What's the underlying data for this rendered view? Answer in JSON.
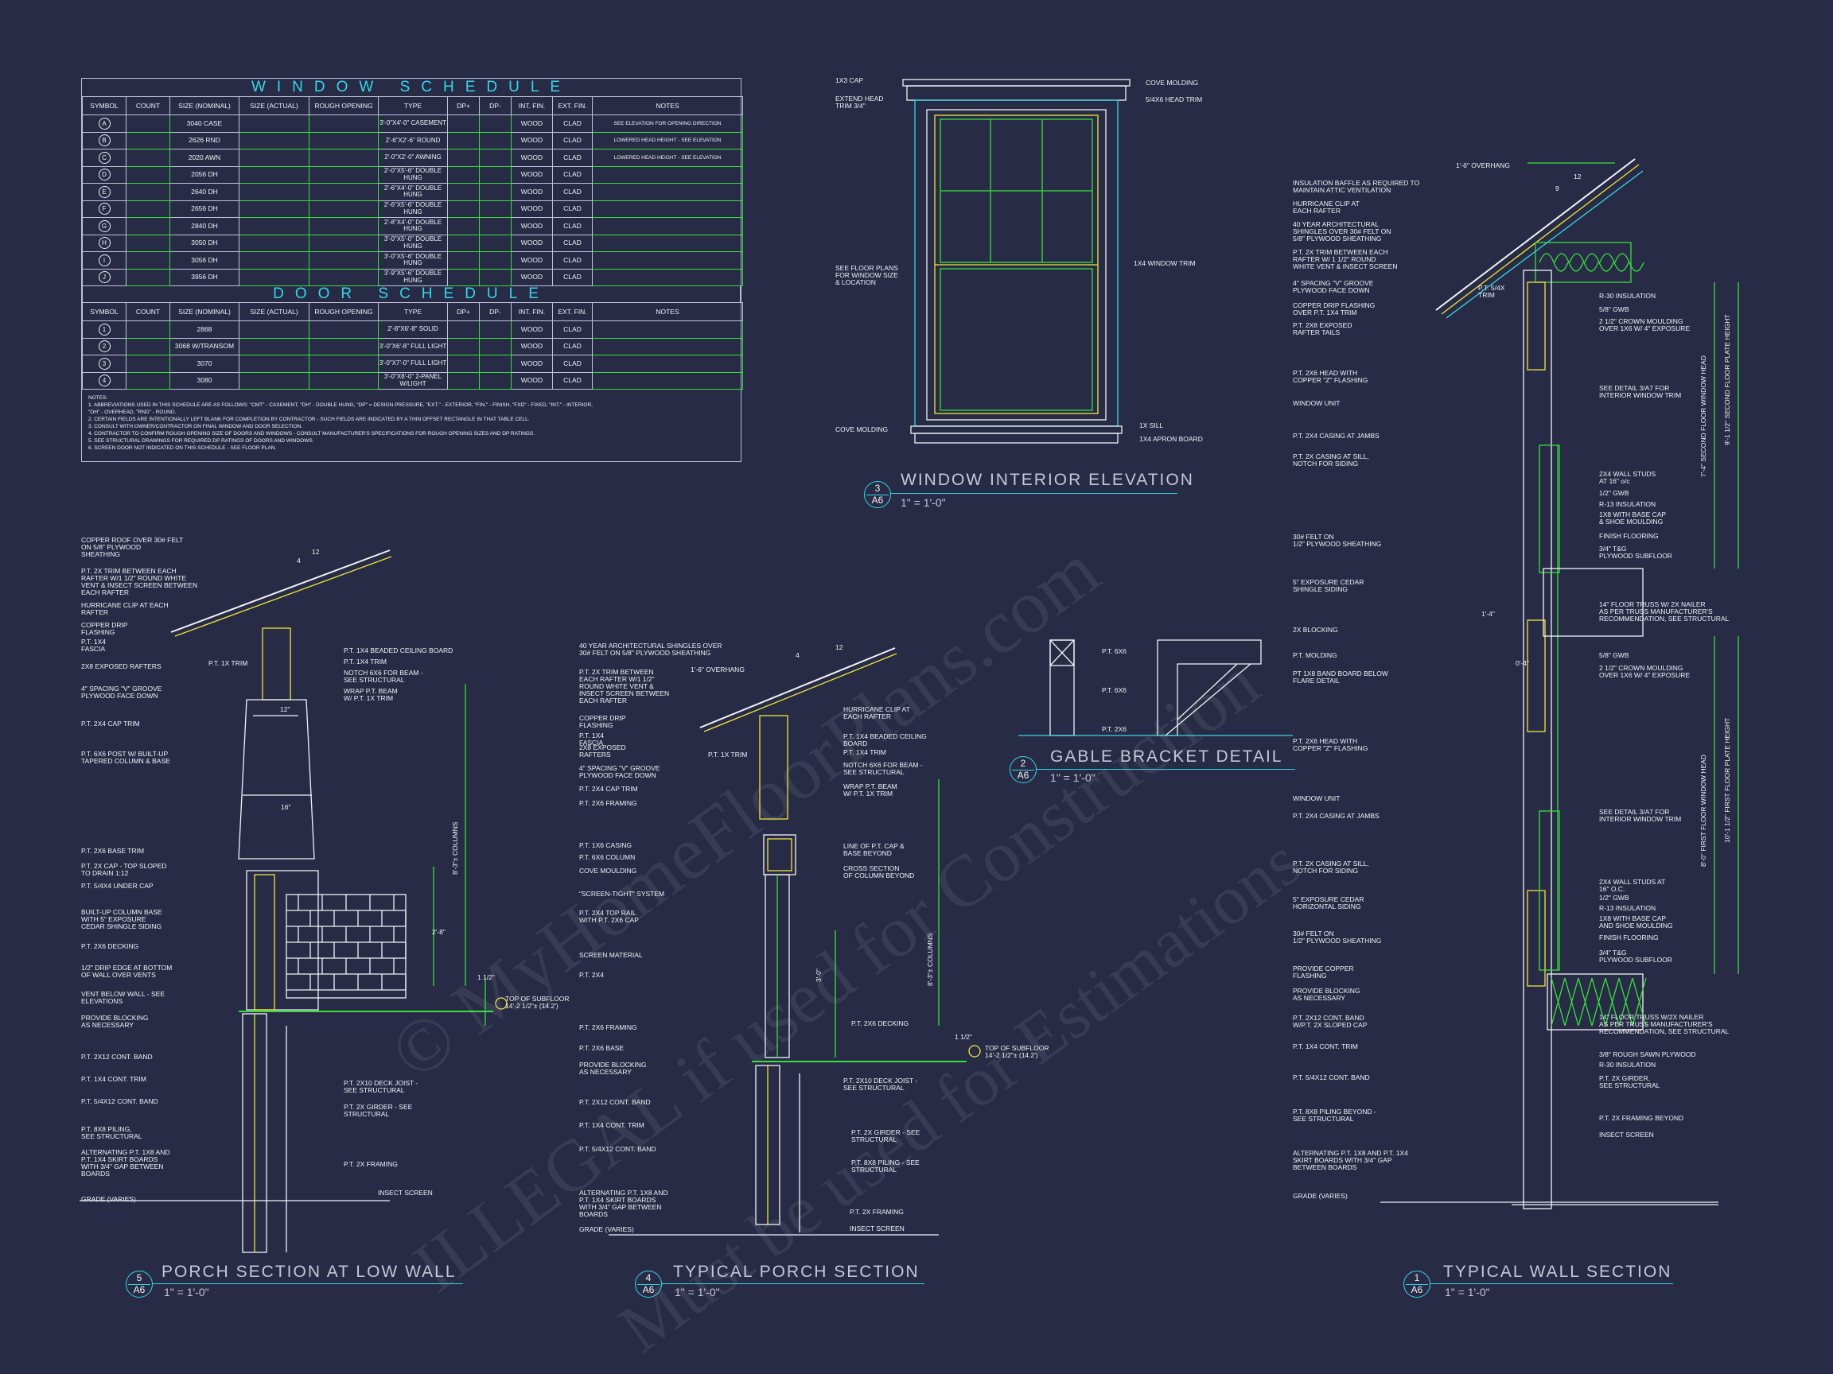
{
  "window_schedule": {
    "title": "WINDOW SCHEDULE",
    "columns": [
      "SYMBOL",
      "COUNT",
      "SIZE (NOMINAL)",
      "SIZE (ACTUAL)",
      "ROUGH OPENING",
      "TYPE",
      "DP+",
      "DP-",
      "INT. FIN.",
      "EXT. FIN.",
      "NOTES"
    ],
    "rows": [
      {
        "symbol": "A",
        "size": "3040 CASE",
        "type": "3'-0\"X4'-0\" CASEMENT",
        "int": "WOOD",
        "ext": "CLAD",
        "notes": "SEE ELEVATION FOR OPENING DIRECTION"
      },
      {
        "symbol": "B",
        "size": "2626 RND",
        "type": "2'-6\"X2'-6\" ROUND",
        "int": "WOOD",
        "ext": "CLAD",
        "notes": "LOWERED HEAD HEIGHT - SEE ELEVATION"
      },
      {
        "symbol": "C",
        "size": "2020 AWN",
        "type": "2'-0\"X2'-0\" AWNING",
        "int": "WOOD",
        "ext": "CLAD",
        "notes": "LOWERED HEAD HEIGHT - SEE ELEVATION"
      },
      {
        "symbol": "D",
        "size": "2056 DH",
        "type": "2'-0\"X5'-6\" DOUBLE HUNG",
        "int": "WOOD",
        "ext": "CLAD",
        "notes": ""
      },
      {
        "symbol": "E",
        "size": "2640 DH",
        "type": "2'-6\"X4'-0\" DOUBLE HUNG",
        "int": "WOOD",
        "ext": "CLAD",
        "notes": ""
      },
      {
        "symbol": "F",
        "size": "2656 DH",
        "type": "2'-6\"X5'-6\" DOUBLE HUNG",
        "int": "WOOD",
        "ext": "CLAD",
        "notes": ""
      },
      {
        "symbol": "G",
        "size": "2840 DH",
        "type": "2'-8\"X4'-0\" DOUBLE HUNG",
        "int": "WOOD",
        "ext": "CLAD",
        "notes": ""
      },
      {
        "symbol": "H",
        "size": "3050 DH",
        "type": "3'-0\"X5'-0\" DOUBLE HUNG",
        "int": "WOOD",
        "ext": "CLAD",
        "notes": ""
      },
      {
        "symbol": "I",
        "size": "3056 DH",
        "type": "3'-0\"X5'-6\" DOUBLE HUNG",
        "int": "WOOD",
        "ext": "CLAD",
        "notes": ""
      },
      {
        "symbol": "J",
        "size": "3956 DH",
        "type": "3'-9\"X5'-6\" DOUBLE HUNG",
        "int": "WOOD",
        "ext": "CLAD",
        "notes": ""
      }
    ]
  },
  "door_schedule": {
    "title": "DOOR SCHEDULE",
    "columns": [
      "SYMBOL",
      "COUNT",
      "SIZE (NOMINAL)",
      "SIZE (ACTUAL)",
      "ROUGH OPENING",
      "TYPE",
      "DP+",
      "DP-",
      "INT. FIN.",
      "EXT. FIN.",
      "NOTES"
    ],
    "rows": [
      {
        "symbol": "1",
        "size": "2868",
        "type": "2'-8\"X6'-8\" SOLID",
        "int": "WOOD",
        "ext": "CLAD"
      },
      {
        "symbol": "2",
        "size": "3068 W/TRANSOM",
        "type": "3'-0\"X6'-8\" FULL LIGHT",
        "int": "WOOD",
        "ext": "CLAD"
      },
      {
        "symbol": "3",
        "size": "3070",
        "type": "3'-0\"X7'-0\" FULL LIGHT",
        "int": "WOOD",
        "ext": "CLAD"
      },
      {
        "symbol": "4",
        "size": "3080",
        "type": "3'-0\"X8'-0\" 2-PANEL W/LIGHT",
        "int": "WOOD",
        "ext": "CLAD"
      }
    ]
  },
  "schedule_notes": [
    "NOTES:",
    "1. ABBREVIATIONS USED IN THIS SCHEDULE ARE AS FOLLOWS: \"CMT\" - CASEMENT, \"DH\" - DOUBLE HUNG, \"DP\" = DESIGN PRESSURE, \"EXT.\" - EXTERIOR, \"FIN.\" - FINISH, \"FXD\" - FIXED, \"INT.\" - INTERIOR,",
    "   \"OH\" - OVERHEAD, \"RND\" - ROUND.",
    "2. CERTAIN FIELDS ARE INTENTIONALLY LEFT BLANK FOR COMPLETION BY CONTRACTOR - SUCH FIELDS ARE INDICATED BY A THIN OFFSET RECTANGLE IN THAT TABLE CELL.",
    "3. CONSULT WITH OWNER/CONTRACTOR ON FINAL WINDOW AND DOOR SELECTION.",
    "4. CONTRACTOR TO CONFIRM ROUGH OPENING SIZE OF DOORS AND WINDOWS - CONSULT MANUFACTURER'S SPECIFICATIONS FOR ROUGH OPENING SIZES AND DP RATINGS.",
    "5. SEE STRUCTURAL DRAWINGS FOR REQUIRED DP RATINGS OF DOORS AND WINDOWS.",
    "6. SCREEN DOOR NOT INDICATED ON THIS SCHEDULE - SEE FLOOR PLAN."
  ],
  "details": {
    "d1": {
      "num": "1",
      "sheet": "A6",
      "title": "TYPICAL WALL SECTION",
      "scale": "1\" = 1'-0\""
    },
    "d2": {
      "num": "2",
      "sheet": "A6",
      "title": "GABLE BRACKET DETAIL",
      "scale": "1\" = 1'-0\""
    },
    "d3": {
      "num": "3",
      "sheet": "A6",
      "title": "WINDOW INTERIOR ELEVATION",
      "scale": "1\" = 1'-0\""
    },
    "d4": {
      "num": "4",
      "sheet": "A6",
      "title": "TYPICAL PORCH SECTION",
      "scale": "1\" = 1'-0\""
    },
    "d5": {
      "num": "5",
      "sheet": "A6",
      "title": "PORCH SECTION AT LOW WALL",
      "scale": "1\" = 1'-0\""
    }
  },
  "window_elevation_labels": {
    "cap": "1X3 CAP",
    "extend_head": "EXTEND HEAD\nTRIM 3/4\"",
    "cove_top": "COVE MOLDING",
    "head_trim": "5/4X6 HEAD TRIM",
    "floor_plans": "SEE FLOOR PLANS\nFOR WINDOW SIZE\n& LOCATION",
    "window_trim": "1X4 WINDOW TRIM",
    "cove_bottom": "COVE MOLDING",
    "sill": "1X SILL",
    "apron": "1X4 APRON BOARD"
  },
  "gable_labels": {
    "a": "P.T. 6X6",
    "b": "P.T. 6X6",
    "c": "P.T. 2X6"
  },
  "wall_section_labels_left": [
    "INSULATION BAFFLE AS REQUIRED TO\nMAINTAIN ATTIC VENTILATION",
    "HURRICANE CLIP AT\nEACH RAFTER",
    "40 YEAR ARCHITECTURAL\nSHINGLES OVER 30# FELT ON\n5/8\" PLYWOOD SHEATHING",
    "P.T. 2X TRIM BETWEEN EACH\nRAFTER W/ 1 1/2\" ROUND\nWHITE VENT & INSECT SCREEN",
    "4\" SPACING \"V\" GROOVE\nPLYWOOD FACE DOWN",
    "COPPER DRIP FLASHING\nOVER P.T. 1X4 TRIM",
    "P.T. 2X8 EXPOSED\nRAFTER TAILS",
    "P.T. 2X6 HEAD WITH\nCOPPER \"Z\" FLASHING",
    "WINDOW UNIT",
    "P.T. 2X4 CASING AT JAMBS",
    "P.T. 2X CASING AT SILL,\nNOTCH FOR SIDING",
    "30# FELT ON\n1/2\" PLYWOOD SHEATHING",
    "5\" EXPOSURE CEDAR\nSHINGLE SIDING",
    "2X BLOCKING",
    "P.T. MOLDING",
    "PT 1X8 BAND BOARD BELOW\nFLARE DETAIL",
    "P.T. 2X6 HEAD WITH\nCOPPER \"Z\" FLASHING",
    "WINDOW UNIT",
    "P.T. 2X4 CASING AT JAMBS",
    "P.T. 2X CASING AT SILL,\nNOTCH FOR SIDING",
    "5\" EXPOSURE CEDAR\nHORIZONTAL SIDING",
    "30# FELT ON\n1/2\" PLYWOOD SHEATHING",
    "PROVIDE COPPER\nFLASHING",
    "PROVIDE BLOCKING\nAS NECESSARY",
    "P.T. 2X12 CONT. BAND\nW/P.T. 2X SLOPED CAP",
    "P.T. 1X4 CONT. TRIM",
    "P.T. 5/4X12 CONT. BAND",
    "P.T. 8X8 PILING BEYOND -\nSEE STRUCTURAL",
    "ALTERNATING P.T. 1X8 AND P.T. 1X4\nSKIRT BOARDS WITH 3/4\" GAP\nBETWEEN BOARDS",
    "GRADE (VARIES)"
  ],
  "wall_section_labels_right": [
    "1'-6\" OVERHANG",
    "P.T. 5/4X\nTRIM",
    "R-30 INSULATION",
    "5/8\" GWB",
    "2 1/2\" CROWN MOULDING\nOVER 1X6 W/ 4\" EXPOSURE",
    "SEE DETAIL 3/A7 FOR\nINTERIOR WINDOW TRIM",
    "2X4 WALL STUDS\nAT 16\" o/c",
    "1/2\" GWB",
    "R-13 INSULATION",
    "1X8 WITH BASE CAP\n& SHOE MOULDING",
    "FINISH FLOORING",
    "3/4\" T&G\nPLYWOOD SUBFLOOR",
    "14\" FLOOR TRUSS W/ 2X NAILER\nAS PER TRUSS MANUFACTURER'S\nRECOMMENDATION, SEE STRUCTURAL",
    "5/8\" GWB",
    "2 1/2\" CROWN MOULDING\nOVER 1X6 W/ 4\" EXPOSURE",
    "SEE DETAIL 3/A7 FOR\nINTERIOR WINDOW TRIM",
    "2X4 WALL STUDS AT\n16\" O.C.",
    "1/2\" GWB",
    "R-13 INSULATION",
    "1X8 WITH BASE CAP\nAND SHOE MOULDING",
    "FINISH FLOORING",
    "3/4\" T&G\nPLYWOOD SUBFLOOR",
    "14\" FLOOR TRUSS W/2X NAILER\nAS PER TRUSS MANUFACTURER'S\nRECOMMENDATION, SEE STRUCTURAL",
    "3/8\" ROUGH SAWN PLYWOOD",
    "R-30 INSULATION",
    "P.T. 2X GIRDER,\nSEE STRUCTURAL",
    "P.T. 2X FRAMING BEYOND",
    "INSECT SCREEN"
  ],
  "wall_dims": [
    "9'-1 1/2\" SECOND FLOOR PLATE HEIGHT",
    "7'-4\" SECOND FLOOR WINDOW HEAD",
    "10'-1 1/2\" FIRST FLOOR PLATE HEIGHT",
    "8'-0\" FIRST FLOOR WINDOW HEAD",
    "1'-4\"",
    "0'-4\""
  ],
  "porch_low_labels_left": [
    "COPPER ROOF OVER 30# FELT\nON 5/8\" PLYWOOD\nSHEATHING",
    "P.T. 2X TRIM BETWEEN EACH\nRAFTER W/1 1/2\" ROUND WHITE\nVENT & INSECT SCREEN BETWEEN\nEACH RAFTER",
    "HURRICANE CLIP AT EACH\nRAFTER",
    "COPPER DRIP\nFLASHING",
    "P.T. 1X4\nFASCIA",
    "2X8 EXPOSED RAFTERS",
    "4\" SPACING \"V\" GROOVE\nPLYWOOD FACE DOWN",
    "P.T. 2X4 CAP TRIM",
    "P.T. 6X6 POST W/ BUILT-UP\nTAPERED COLUMN & BASE",
    "P.T. 2X6 BASE TRIM",
    "P.T. 2X CAP - TOP SLOPED\nTO DRAIN 1:12",
    "P.T. 5/4X4 UNDER CAP",
    "BUILT-UP COLUMN BASE\nWITH 5\" EXPOSURE\nCEDAR SHINGLE SIDING",
    "P.T. 2X6 DECKING",
    "1/2\" DRIP EDGE AT BOTTOM\nOF WALL OVER VENTS",
    "VENT BELOW WALL - SEE\nELEVATIONS",
    "PROVIDE BLOCKING\nAS NECESSARY",
    "P.T. 2X12 CONT. BAND",
    "P.T. 1X4 CONT. TRIM",
    "P.T. 5/4X12 CONT. BAND",
    "P.T. 8X8 PILING,\nSEE STRUCTURAL",
    "ALTERNATING P.T. 1X8 AND\nP.T. 1X4 SKIRT BOARDS\nWITH 3/4\" GAP BETWEEN\nBOARDS",
    "GRADE (VARIES)"
  ],
  "porch_low_labels_right": [
    "P.T. 1X TRIM",
    "P.T. 1X4 BEADED CEILING BOARD",
    "P.T. 1X4 TRIM",
    "NOTCH 6X6 FOR BEAM -\nSEE STRUCTURAL",
    "WRAP P.T. BEAM\nW/ P.T. 1X TRIM",
    "12\"",
    "16\"",
    "8'-3\"± COLUMNS",
    "2'-8\"",
    "1 1/2\"",
    "TOP OF SUBFLOOR\n14'-2 1/2\"± (14.2')",
    "P.T. 2X10 DECK JOIST -\nSEE STRUCTURAL",
    "P.T. 2X GIRDER - SEE\nSTRUCTURAL",
    "P.T. 2X FRAMING",
    "INSECT SCREEN"
  ],
  "porch_labels_left": [
    "40 YEAR ARCHITECTURAL SHINGLES OVER\n30# FELT ON 5/8\" PLYWOOD SHEATHING",
    "P.T. 2X TRIM BETWEEN\nEACH RAFTER W/1 1/2\"\nROUND WHITE VENT &\nINSECT SCREEN BETWEEN\nEACH RAFTER",
    "COPPER DRIP\nFLASHING",
    "P.T. 1X4\nFASCIA",
    "2X8 EXPOSED\nRAFTERS",
    "4\" SPACING \"V\" GROOVE\nPLYWOOD FACE DOWN",
    "P.T. 2X4 CAP TRIM",
    "P.T. 2X6 FRAMING",
    "P.T. 1X6 CASING",
    "P.T. 6X6 COLUMN",
    "COVE MOULDING",
    "\"SCREEN-TIGHT\" SYSTEM",
    "P.T. 2X4 TOP RAIL\nWITH P.T. 2X6 CAP",
    "SCREEN MATERIAL",
    "P.T. 2X4",
    "P.T. 2X6 FRAMING",
    "P.T. 2X6 BASE",
    "PROVIDE BLOCKING\nAS NECESSARY",
    "P.T. 2X12 CONT. BAND",
    "P.T. 1X4 CONT. TRIM",
    "P.T. 5/4X12 CONT. BAND",
    "ALTERNATING P.T. 1X8 AND\nP.T. 1X4 SKIRT BOARDS\nWITH 3/4\" GAP BETWEEN\nBOARDS",
    "GRADE (VARIES)"
  ],
  "porch_labels_right": [
    "1'-6\" OVERHANG",
    "HURRICANE CLIP AT\nEACH RAFTER",
    "P.T. 1X4 BEADED CEILING\nBOARD",
    "P.T. 1X TRIM",
    "P.T. 1X4 TRIM",
    "NOTCH 6X6 FOR BEAM -\nSEE STRUCTURAL",
    "WRAP P.T. BEAM\nW/ P.T. 1X TRIM",
    "LINE OF P.T. CAP &\nBASE BEYOND",
    "CROSS SECTION\nOF COLUMN BEYOND",
    "8'-3\"± COLUMNS",
    "3'-0\"",
    "P.T. 2X6 DECKING",
    "1 1/2\"",
    "TOP OF SUBFLOOR\n14'-2 1/2\"± (14.2')",
    "P.T. 2X10 DECK JOIST -\nSEE STRUCTURAL",
    "P.T. 2X GIRDER - SEE\nSTRUCTURAL",
    "P.T. 8X8 PILING - SEE\nSTRUCTURAL",
    "P.T. 2X FRAMING",
    "INSECT SCREEN"
  ],
  "slopes": {
    "a": "12",
    "b": "4",
    "c": "12",
    "d": "4",
    "e": "12",
    "f": "9"
  },
  "watermark": {
    "line1": "© MyHomeFloorPlans.com",
    "line2": "ILLEGAL if used for Construction",
    "line3": "Must be used for Estimations"
  },
  "colors": {
    "bg": "#272b45",
    "line": "#f2f3f8",
    "cyan": "#36d6e8",
    "green": "#39e03c",
    "yellow": "#f1e53b"
  }
}
